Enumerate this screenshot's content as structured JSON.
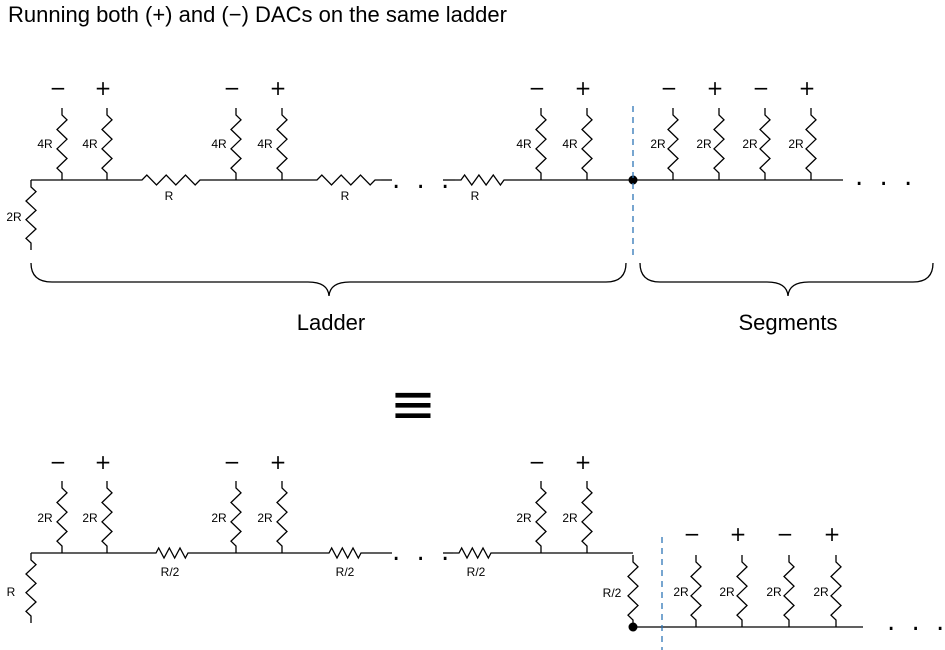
{
  "title": "Running both (+) and (−) DACs on the same ladder",
  "signs": {
    "minus": "−",
    "plus": "+"
  },
  "equivalence_symbol": "≡",
  "ellipsis": ". . .",
  "top_circuit": {
    "ladder_resistor": "4R",
    "series_resistor": "R",
    "segment_resistor": "2R",
    "termination_resistor": "2R",
    "ladder_caption": "Ladder",
    "segments_caption": "Segments"
  },
  "bottom_circuit": {
    "ladder_resistor": "2R",
    "series_resistor": "R/2",
    "segment_resistor": "2R",
    "termination_resistor": "R",
    "junction_resistor": "R/2"
  }
}
